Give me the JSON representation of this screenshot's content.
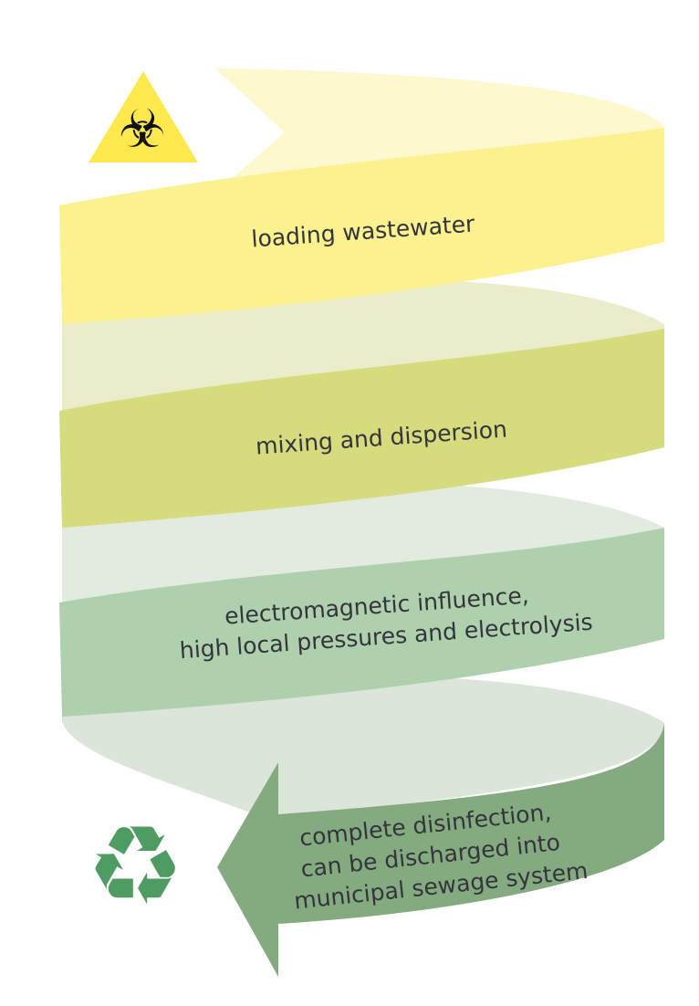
{
  "steps": [
    {
      "lines": [
        "loading wastewater"
      ]
    },
    {
      "lines": [
        "mixing and dispersion"
      ]
    },
    {
      "lines": [
        "electromagnetic influence,",
        "high local pressures and electrolysis"
      ]
    },
    {
      "lines": [
        "complete disinfection,",
        "can be discharged into",
        "municipal sewage system"
      ]
    }
  ],
  "icons": {
    "start": "biohazard-icon",
    "end": "recycle-icon",
    "biohazard_glyph": "☣",
    "recycle_glyph": "♻"
  },
  "colors": {
    "band1": "#fbf18f",
    "band2": "#d6dc7e",
    "band3": "#aed0ad",
    "band4": "#84aa80",
    "hazard": "#fde94e"
  }
}
